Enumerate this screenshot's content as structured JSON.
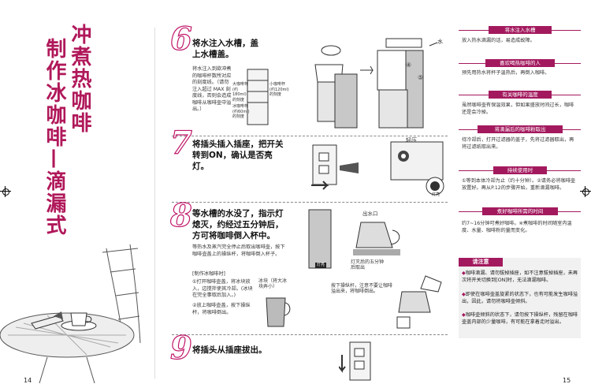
{
  "title": {
    "line1": "冲煮热咖啡",
    "line2": "制作冰咖啡—滴漏式"
  },
  "steps": [
    {
      "num": "6",
      "title": "将水注入水槽，盖上水槽盖。",
      "desc": "将水注入到欲冲煮的咖啡杯数所对应的刻度线。（请勿注入超过 MAX 刻度线，否则会造成咖啡从咖啡壶中溢出。）",
      "label_large": "大咖啡杯(约180ml)的刻度",
      "label_small": "小咖啡杯(约120ml)的刻度",
      "label_ice": "冰咖啡杯(约60ml)的刻度",
      "fig_water": "水",
      "fig_n4": "④",
      "fig_n5": "⑤"
    },
    {
      "num": "7",
      "title": "将插头插入插座，把开关转到ON，确认是否亮灯。",
      "press_label": "轻压",
      "lamp_label": "灯亮"
    },
    {
      "num": "8",
      "title": "等水槽的水没了，指示灯熄灭，约经过五分钟后，方可将咖啡倒入杯中。",
      "desc": "等热水及蒸汽完全停止后取出咖啡壶，按下咖啡壶盖上的操纵杆，将咖啡倒入杯子。",
      "outlet_label": "出水口",
      "lamp_label": "灯亮",
      "lamp_off": "灯灭后的五分钟后取出",
      "pour_note": "按下操纵杆，注意不要让咖啡溢出来，将咖啡倒出。",
      "ice_head": "[制作冰咖啡时]",
      "ice_1": "①打开咖啡壶盖，将冰块放入，边搅拌使其冷却。(冰块在完全事取后加入。)",
      "ice_2": "②放上咖啡壶盖，按下操纵杆，将咖啡倒出。",
      "ice_label": "冰块（将大冰块弄小）"
    },
    {
      "num": "9",
      "title": "将插头从插座拔出。"
    }
  ],
  "sidebar": [
    {
      "head": "将水注入水槽",
      "body": "放入热水滴漏的话，易造成故障。"
    },
    {
      "head": "喜欢喝热咖啡的人",
      "body": "预先用热水将杯子温热后，再倒入咖啡。"
    },
    {
      "head": "有关咖啡的温度",
      "body": "虽然咖啡壶有保温效果，但如果盛放时间过长，咖啡还是会冷掉。"
    },
    {
      "head": "将滴漏后的咖啡粉取出",
      "body": "待冷却后，打开过滤器的盖子，先将过滤器取出，再将过滤纸取出来。"
    },
    {
      "head": "持续使用时",
      "body": "①等到本体冷却为止（约十分钟）。②请务必将咖啡壶放置好。再从P.12的步骤开始，重新滴漏咖啡。"
    },
    {
      "head": "煮好咖啡所需的时间",
      "body": "约7~16分钟可煮好咖啡。※煮咖啡的时间随室内温度、水量、咖啡粉的量而变化。"
    }
  ],
  "caution": {
    "head": "请注意",
    "items": [
      "咖啡滴漏、请勿拔掉插座，如不注意拔掉插座，未再次将开关切换到[ON]时，无法滴漏咖啡。",
      "即使在咖啡壶盖旋紧的状态下，也有可能发生咖啡溢出，因此，请勿将咖啡壶倾斜。",
      "咖啡壶倾斜的状态下，请勿按下操纵杆，残留在咖啡壶盖内部的少量咖啡，有可能在拿着走时溢出。"
    ]
  },
  "page_numbers": {
    "left": "14",
    "right": "15"
  },
  "colors": {
    "accent": "#a3195e",
    "title": "#b0185a"
  }
}
